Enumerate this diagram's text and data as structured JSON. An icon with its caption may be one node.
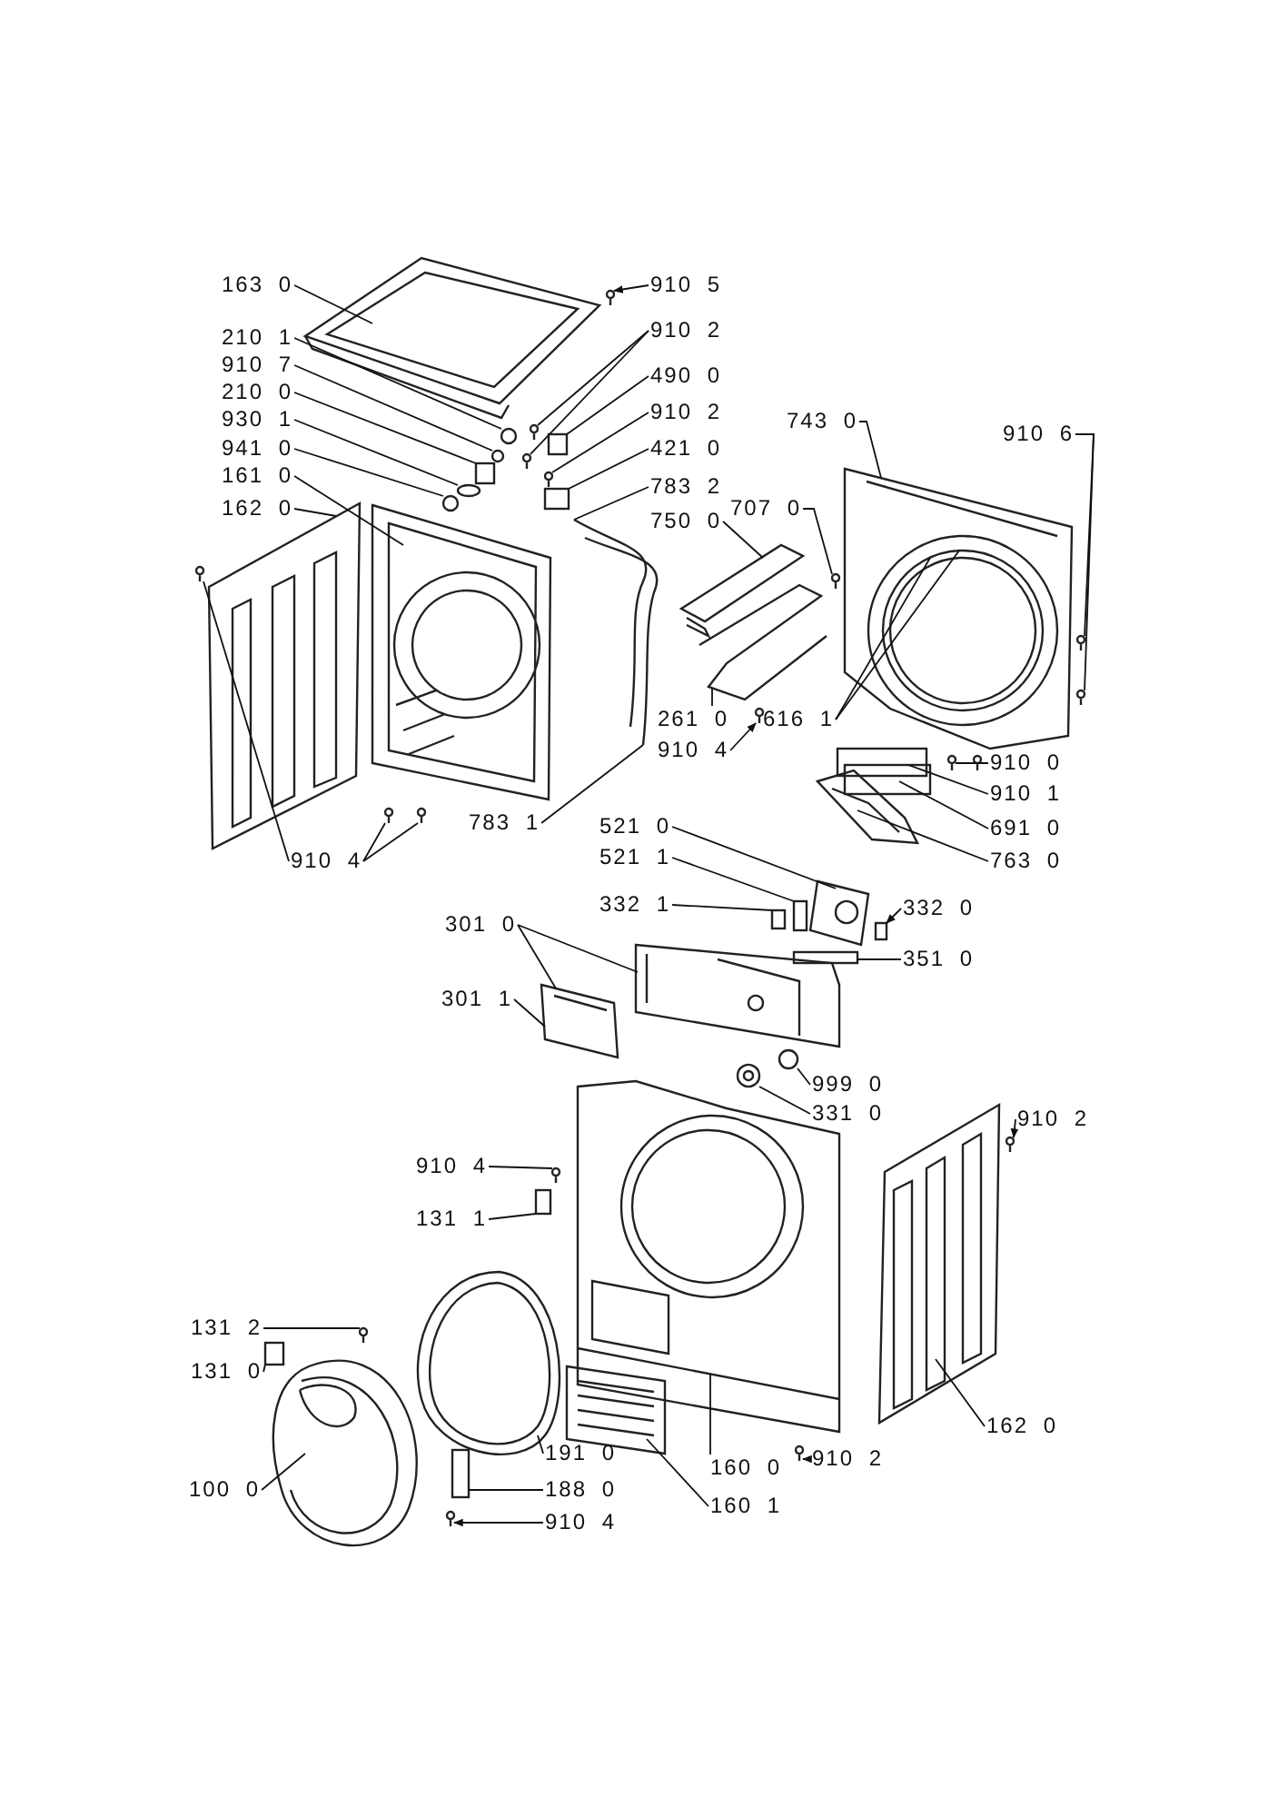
{
  "diagram": {
    "nodes": [
      {
        "text": [
          "163 0"
        ]
      },
      {
        "text": [
          "910 5"
        ]
      },
      {
        "text": [
          "910 2"
        ]
      },
      {
        "text": [
          "210 1"
        ]
      },
      {
        "text": [
          "910 7"
        ]
      },
      {
        "text": [
          "210 0"
        ]
      },
      {
        "text": [
          "930 1"
        ]
      },
      {
        "text": [
          "941 0"
        ]
      },
      {
        "text": [
          "161 0"
        ]
      },
      {
        "text": [
          "162 0"
        ]
      },
      {
        "text": [
          "910 4"
        ]
      },
      {
        "text": [
          "490 0"
        ]
      },
      {
        "text": [
          "910 2"
        ]
      },
      {
        "text": [
          "421 0"
        ]
      },
      {
        "text": [
          "783 2"
        ]
      },
      {
        "text": [
          "750 0"
        ]
      },
      {
        "text": [
          "707 0"
        ]
      },
      {
        "text": [
          "743 0"
        ]
      },
      {
        "text": [
          "910 6"
        ]
      },
      {
        "text": [
          "261 0"
        ]
      },
      {
        "text": [
          "910 4"
        ]
      },
      {
        "text": [
          "616 1"
        ]
      },
      {
        "text": [
          "910 0"
        ]
      },
      {
        "text": [
          "910 1"
        ]
      },
      {
        "text": [
          "691 0"
        ]
      },
      {
        "text": [
          "763 0"
        ]
      },
      {
        "text": [
          "783 1"
        ]
      },
      {
        "text": [
          "521 0"
        ]
      },
      {
        "text": [
          "521 1"
        ]
      },
      {
        "text": [
          "332 1"
        ]
      },
      {
        "text": [
          "332 0"
        ]
      },
      {
        "text": [
          "351 0"
        ]
      },
      {
        "text": [
          "301 0"
        ]
      },
      {
        "text": [
          "301 1"
        ]
      },
      {
        "text": [
          "999 0"
        ]
      },
      {
        "text": [
          "331 0"
        ]
      },
      {
        "text": [
          "910 2"
        ]
      },
      {
        "text": [
          "910 4"
        ]
      },
      {
        "text": [
          "131 1"
        ]
      },
      {
        "text": [
          "131 2"
        ]
      },
      {
        "text": [
          "131 0"
        ]
      },
      {
        "text": [
          "100 0"
        ]
      },
      {
        "text": [
          "191 0"
        ]
      },
      {
        "text": [
          "188 0"
        ]
      },
      {
        "text": [
          "910 4"
        ]
      },
      {
        "text": [
          "160 0"
        ]
      },
      {
        "text": [
          "160 1"
        ]
      },
      {
        "text": [
          "910 2"
        ]
      },
      {
        "text": [
          "162 0"
        ]
      },
      {
        "text": [],
        "shape": "picture"
      },
      {
        "text": [],
        "shape": "picture"
      },
      {
        "text": [],
        "shape": "picture"
      },
      {
        "text": [],
        "shape": "picture"
      },
      {
        "text": [],
        "shape": "circle"
      },
      {
        "text": [],
        "shape": "circle"
      },
      {
        "text": [],
        "shape": "box"
      },
      {
        "text": [],
        "shape": "circle"
      },
      {
        "text": [],
        "shape": "circle"
      },
      {
        "text": [],
        "shape": "picture"
      },
      {
        "text": [],
        "shape": "picture"
      },
      {
        "text": [],
        "shape": "picture"
      },
      {
        "text": [],
        "shape": "picture"
      },
      {
        "text": [],
        "shape": "picture"
      },
      {
        "text": [],
        "shape": "box"
      },
      {
        "text": [],
        "shape": "picture"
      },
      {
        "text": [],
        "shape": "box"
      },
      {
        "text": [],
        "shape": "picture"
      },
      {
        "text": [],
        "shape": "picture"
      },
      {
        "text": [],
        "shape": "picture"
      },
      {
        "text": [],
        "shape": "picture"
      },
      {
        "text": [],
        "shape": "picture"
      },
      {
        "text": [],
        "shape": "picture"
      },
      {
        "text": [],
        "shape": "picture"
      },
      {
        "text": [],
        "shape": "picture"
      },
      {
        "text": [],
        "shape": "picture",
        "in": 69
      },
      {
        "text": [],
        "shape": "picture"
      },
      {
        "text": [],
        "shape": "picture"
      },
      {
        "text": [],
        "shape": "box"
      },
      {
        "text": [],
        "shape": "box"
      },
      {
        "text": [],
        "shape": "picture"
      },
      {
        "text": [],
        "shape": "picture"
      },
      {
        "text": [],
        "shape": "picture"
      },
      {
        "text": [],
        "shape": "box"
      },
      {
        "text": [],
        "shape": "box"
      },
      {
        "text": [],
        "shape": "box"
      },
      {
        "text": [],
        "shape": "bar"
      },
      {
        "text": [],
        "shape": "picture"
      },
      {
        "text": [],
        "shape": "picture"
      },
      {
        "text": [],
        "shape": "circle"
      },
      {
        "text": [],
        "shape": "picture"
      },
      {
        "text": [],
        "shape": "picture"
      },
      {
        "text": [],
        "shape": "picture"
      },
      {
        "text": [],
        "shape": "box"
      },
      {
        "text": [],
        "shape": "picture"
      },
      {
        "text": [],
        "shape": "box"
      },
      {
        "text": [],
        "shape": "picture"
      },
      {
        "text": [],
        "shape": "picture"
      },
      {
        "text": [],
        "shape": "box"
      },
      {
        "text": [],
        "shape": "picture"
      },
      {
        "text": [],
        "shape": "picture"
      },
      {
        "text": [],
        "shape": "picture"
      },
      {
        "text": [],
        "shape": "picture"
      },
      {
        "text": [],
        "shape": "picture"
      }
    ],
    "edges": [
      {
        "from": 0,
        "to": 49,
        "arrow": "none"
      },
      {
        "from": 1,
        "to": 50,
        "arrow": "to"
      },
      {
        "from": 2,
        "to": 51,
        "arrow": "none"
      },
      {
        "from": 2,
        "to": 52,
        "arrow": "none"
      },
      {
        "from": 3,
        "to": 53,
        "arrow": "none"
      },
      {
        "from": 4,
        "to": 54,
        "arrow": "none"
      },
      {
        "from": 5,
        "to": 55,
        "arrow": "none"
      },
      {
        "from": 6,
        "to": 56,
        "arrow": "none"
      },
      {
        "from": 7,
        "to": 57,
        "arrow": "none"
      },
      {
        "from": 8,
        "to": 58,
        "arrow": "none"
      },
      {
        "from": 9,
        "to": 59,
        "arrow": "none"
      },
      {
        "from": 10,
        "to": 60,
        "arrow": "none"
      },
      {
        "from": 10,
        "to": 61,
        "arrow": "none"
      },
      {
        "from": 10,
        "to": 62,
        "arrow": "none"
      },
      {
        "from": 11,
        "to": 63,
        "arrow": "none"
      },
      {
        "from": 12,
        "to": 64,
        "arrow": "none"
      },
      {
        "from": 13,
        "to": 65,
        "arrow": "none"
      },
      {
        "from": 14,
        "to": 66,
        "arrow": "none"
      },
      {
        "from": 15,
        "to": 67,
        "arrow": "none"
      },
      {
        "from": 16,
        "to": 68,
        "arrow": "none"
      },
      {
        "from": 17,
        "to": 69,
        "arrow": "none"
      },
      {
        "from": 18,
        "to": 70,
        "arrow": "none"
      },
      {
        "from": 18,
        "to": 71,
        "arrow": "none"
      },
      {
        "from": 19,
        "to": 72,
        "arrow": "none"
      },
      {
        "from": 20,
        "to": 73,
        "arrow": "to"
      },
      {
        "from": 21,
        "to": 74,
        "arrow": "none"
      },
      {
        "from": 21,
        "to": 74,
        "arrow": "none"
      },
      {
        "from": 22,
        "to": 75,
        "arrow": "none"
      },
      {
        "from": 22,
        "to": 76,
        "arrow": "none"
      },
      {
        "from": 23,
        "to": 77,
        "arrow": "none"
      },
      {
        "from": 24,
        "to": 78,
        "arrow": "none"
      },
      {
        "from": 25,
        "to": 79,
        "arrow": "none"
      },
      {
        "from": 26,
        "to": 80,
        "arrow": "none"
      },
      {
        "from": 27,
        "to": 81,
        "arrow": "none"
      },
      {
        "from": 28,
        "to": 82,
        "arrow": "none"
      },
      {
        "from": 29,
        "to": 83,
        "arrow": "none"
      },
      {
        "from": 30,
        "to": 84,
        "arrow": "to"
      },
      {
        "from": 31,
        "to": 85,
        "arrow": "none"
      },
      {
        "from": 32,
        "to": 86,
        "arrow": "none"
      },
      {
        "from": 32,
        "to": 87,
        "arrow": "none"
      },
      {
        "from": 33,
        "to": 87,
        "arrow": "none"
      },
      {
        "from": 34,
        "to": 88,
        "arrow": "none"
      },
      {
        "from": 35,
        "to": 89,
        "arrow": "none"
      },
      {
        "from": 36,
        "to": 90,
        "arrow": "to"
      },
      {
        "from": 37,
        "to": 91,
        "arrow": "none"
      },
      {
        "from": 38,
        "to": 92,
        "arrow": "none"
      },
      {
        "from": 39,
        "to": 93,
        "arrow": "none"
      },
      {
        "from": 40,
        "to": 94,
        "arrow": "none"
      },
      {
        "from": 41,
        "to": 95,
        "arrow": "none"
      },
      {
        "from": 42,
        "to": 96,
        "arrow": "none"
      },
      {
        "from": 43,
        "to": 97,
        "arrow": "none"
      },
      {
        "from": 44,
        "to": 98,
        "arrow": "to"
      },
      {
        "from": 45,
        "to": 99,
        "arrow": "none"
      },
      {
        "from": 46,
        "to": 100,
        "arrow": "none"
      },
      {
        "from": 47,
        "to": 101,
        "arrow": "to"
      },
      {
        "from": 48,
        "to": 102,
        "arrow": "none"
      }
    ]
  }
}
